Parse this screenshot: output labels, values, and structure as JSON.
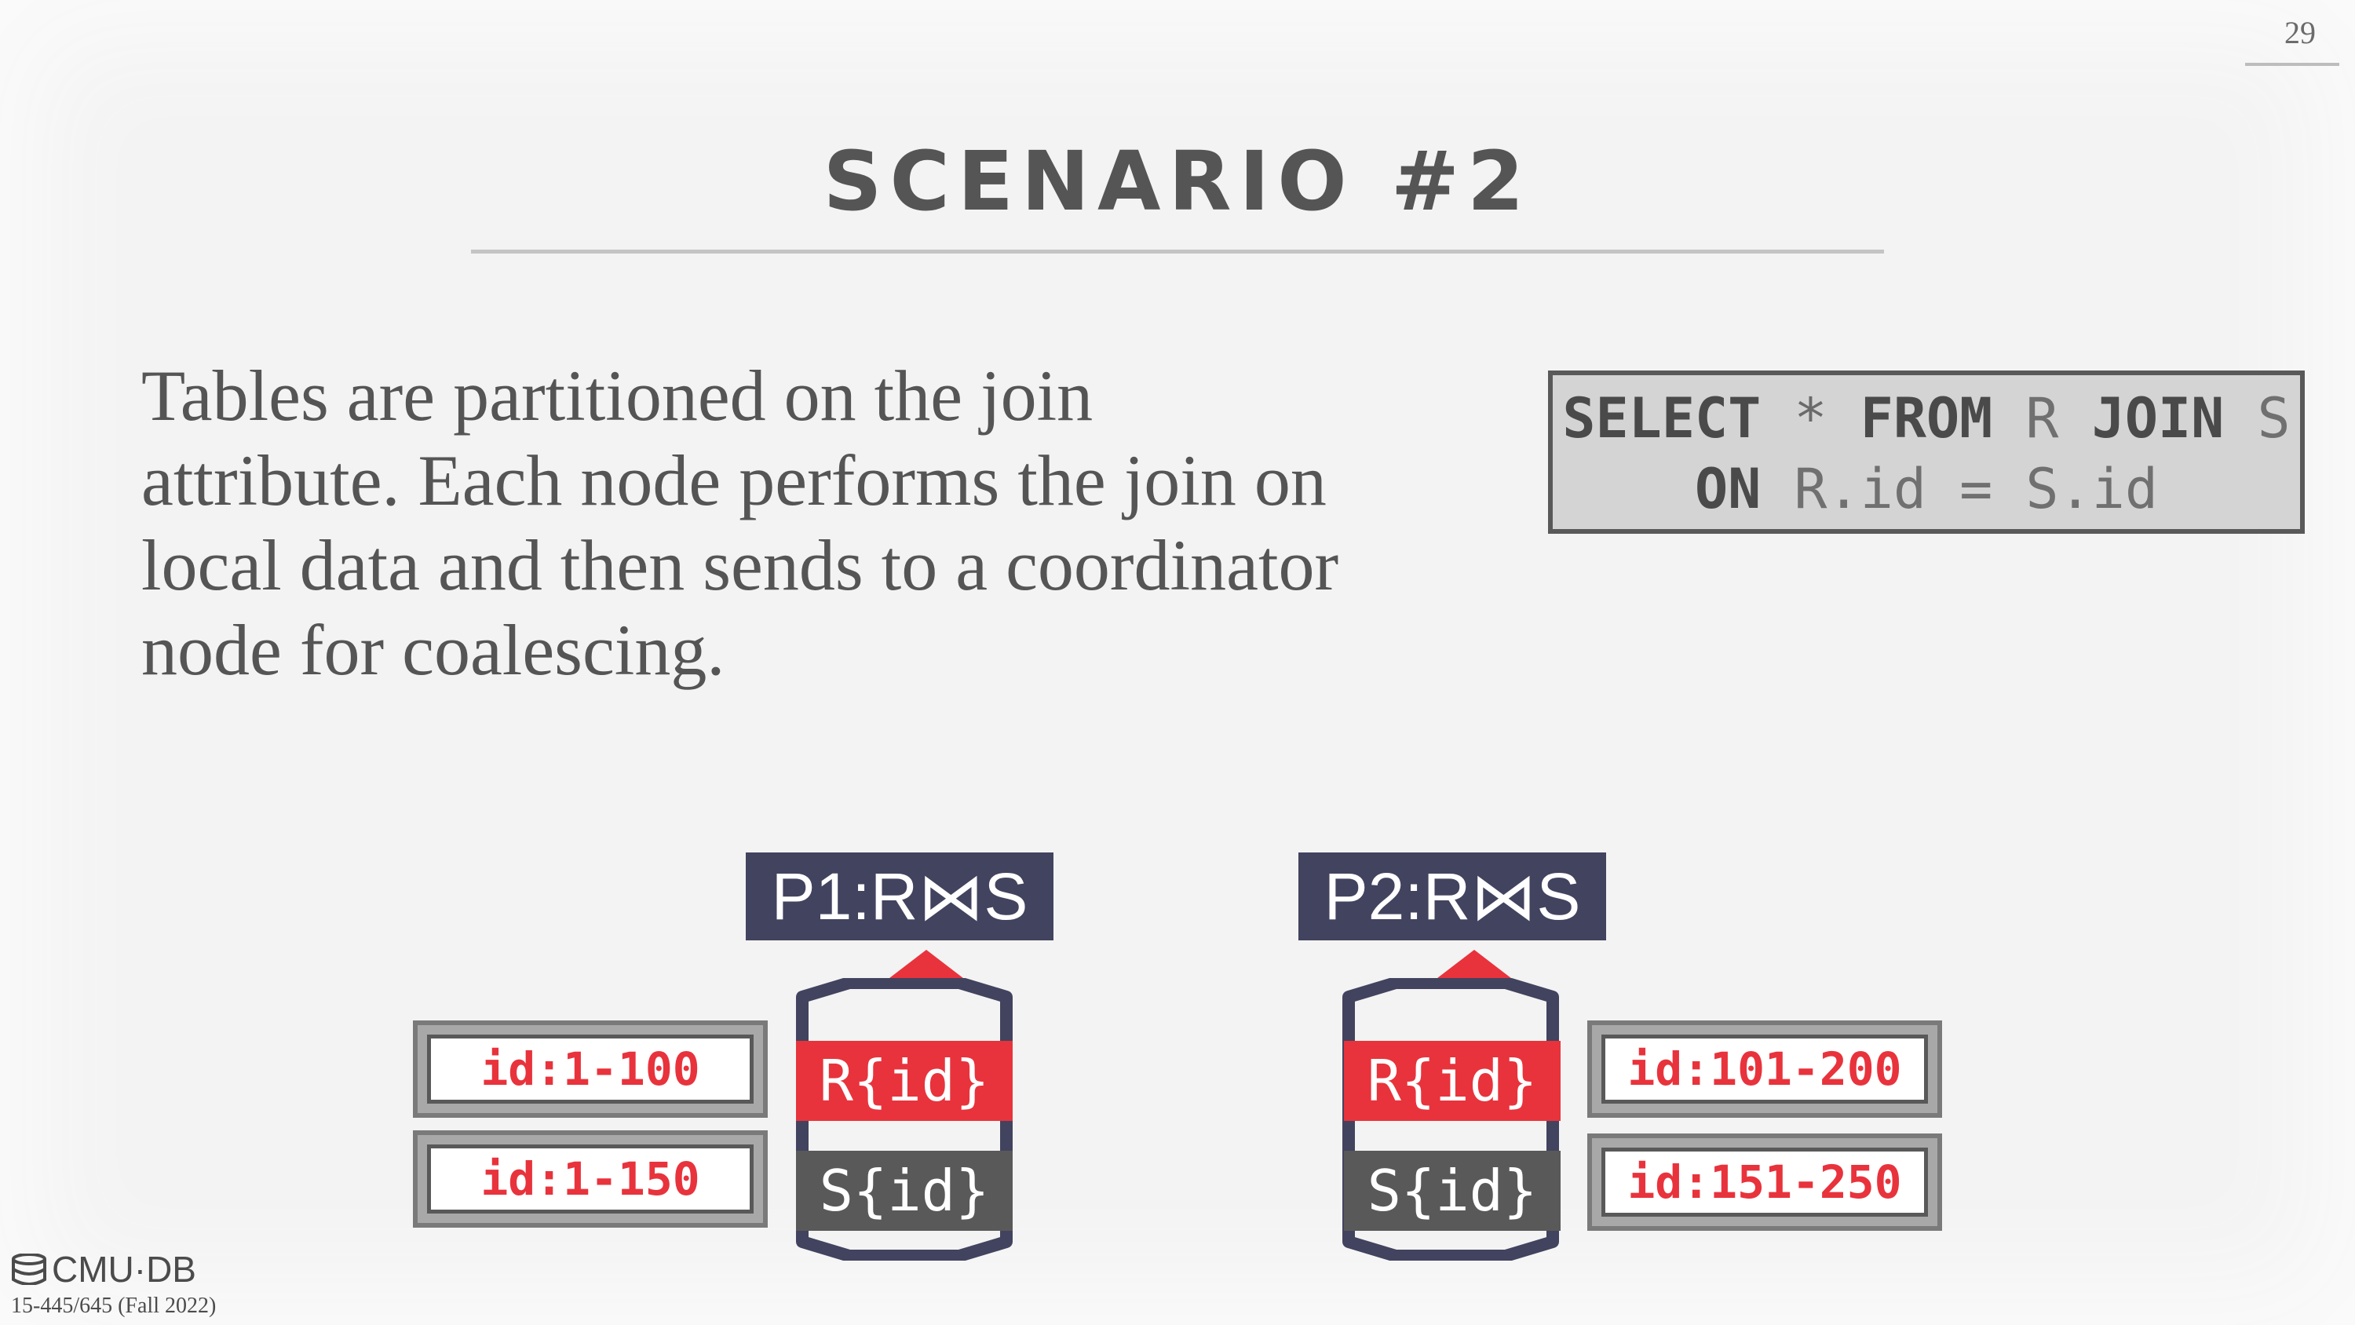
{
  "page_number": "29",
  "title": "SCENARIO #2",
  "body_text": "Tables are partitioned on the join attribute. Each node performs the join on local data and then sends to a coordinator node for coalescing.",
  "sql": {
    "line1": [
      {
        "text": "SELECT",
        "kind": "kw"
      },
      {
        "text": " * ",
        "kind": "op"
      },
      {
        "text": "FROM",
        "kind": "kw"
      },
      {
        "text": " R ",
        "kind": "plain"
      },
      {
        "text": "JOIN",
        "kind": "kw"
      },
      {
        "text": " S",
        "kind": "plain"
      }
    ],
    "line2": [
      {
        "text": "ON",
        "kind": "kw"
      },
      {
        "text": " R.id = S.id",
        "kind": "plain"
      }
    ]
  },
  "nodes": [
    {
      "label": "P1:R⋈S",
      "r_label": "R{id}",
      "s_label": "S{id}",
      "r_range": "id:1-100",
      "s_range": "id:1-150"
    },
    {
      "label": "P2:R⋈S",
      "r_label": "R{id}",
      "s_label": "S{id}",
      "r_range": "id:101-200",
      "s_range": "id:151-250"
    }
  ],
  "colors": {
    "node_label_bg": "#42435f",
    "arrow": "#e8333c",
    "cylinder": "#42435f",
    "r_block": "#e8333c",
    "s_block": "#595959",
    "range_text": "#e8333c"
  },
  "footer": {
    "logo_text": "CMU·DB",
    "course": "15-445/645 (Fall 2022)"
  }
}
